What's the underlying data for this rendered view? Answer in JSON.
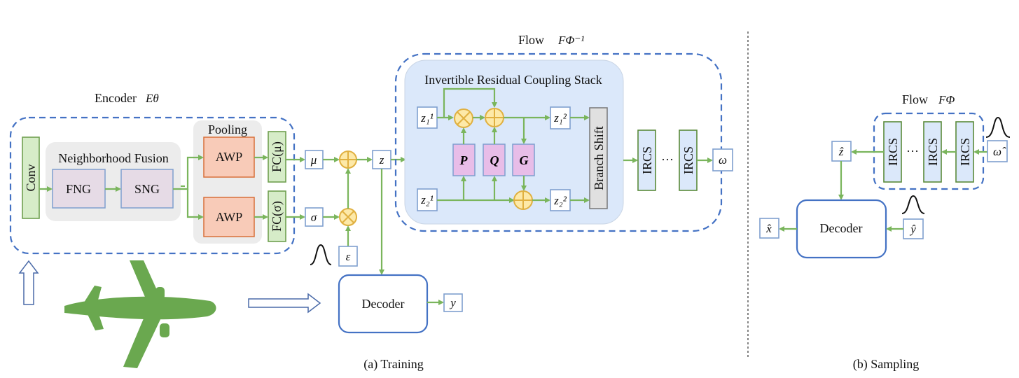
{
  "encoder": {
    "title": "Encoder",
    "symbol": "Eθ",
    "conv": "Conv",
    "fusion_title": "Neighborhood Fusion",
    "fng": "FNG",
    "sng": "SNG",
    "pooling_title": "Pooling",
    "awp_top": "AWP",
    "awp_bottom": "AWP",
    "fc_mu": "FC(μ)",
    "fc_sigma": "FC(σ)"
  },
  "vars": {
    "mu": "μ",
    "sigma": "σ",
    "epsilon": "ε",
    "z": "z",
    "y": "y",
    "omega": "ω",
    "z11": "z₁¹",
    "z21": "z₂¹",
    "z12": "z₁²",
    "z22": "z₂²",
    "z_hat": "ẑ",
    "x_hat": "x̂",
    "y_hat": "ŷ",
    "omega_hat": "ω̂"
  },
  "flow_inverse": {
    "title": "Flow",
    "symbol": "FΦ⁻¹",
    "stack_title": "Invertible Residual Coupling Stack",
    "p": "P",
    "q": "Q",
    "g": "G",
    "branch_shift": "Branch Shift",
    "ircs": "IRCS",
    "ellipsis": "···"
  },
  "decoder": {
    "label": "Decoder"
  },
  "captions": {
    "training": "(a) Training",
    "sampling": "(b) Sampling"
  },
  "sampling": {
    "flow_title": "Flow",
    "flow_symbol": "FΦ",
    "ircs": "IRCS",
    "ellipsis": "···",
    "decoder": "Decoder"
  },
  "colors": {
    "arrow": "#7ab55c",
    "dashed_border": "#4472c4",
    "stack_bg": "#dbe8fa",
    "pqg": "#e8bde8",
    "awp": "#f8cbb8",
    "operator": "#fde9a8"
  }
}
